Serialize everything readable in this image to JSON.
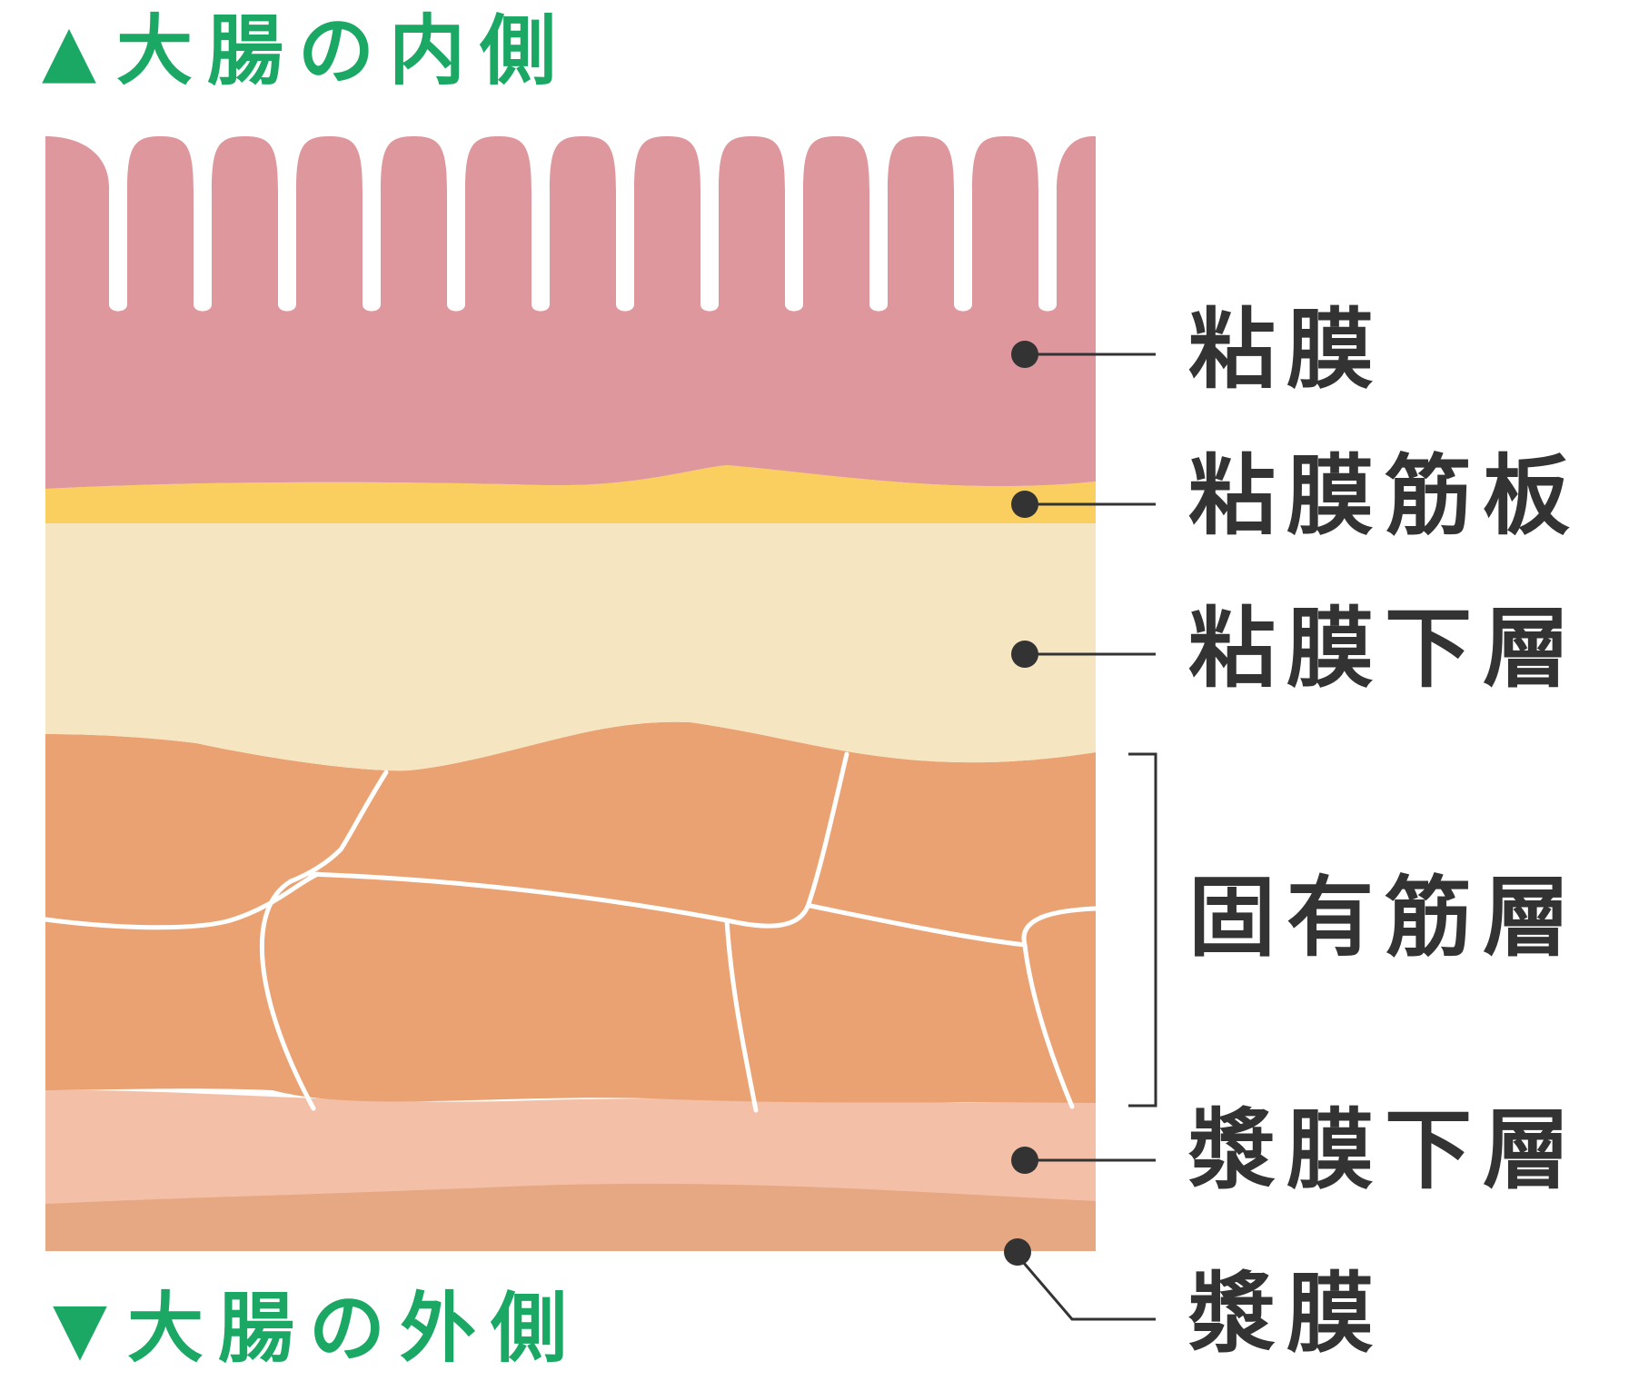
{
  "colors": {
    "heading": "#1aa864",
    "label": "#333333",
    "mucosa": "#de979d",
    "muscularis_mucosae": "#fbcf5f",
    "submucosa": "#f5e6c1",
    "muscularis_propria": "#eaa273",
    "subserosa": "#f3c0a7",
    "serosa": "#e5a882",
    "divider": "#ffffff",
    "leader": "#333333"
  },
  "headings": {
    "top": {
      "icon": "triangle-up-icon",
      "glyph": "▲",
      "text": "大腸の内側"
    },
    "bottom": {
      "icon": "triangle-down-icon",
      "glyph": "▼",
      "text": "大腸の外側"
    }
  },
  "layers": {
    "mucosa": "粘膜",
    "muscularis_mucosae": "粘膜筋板",
    "submucosa": "粘膜下層",
    "muscularis_propria": "固有筋層",
    "subserosa": "漿膜下層",
    "serosa": "漿膜"
  }
}
